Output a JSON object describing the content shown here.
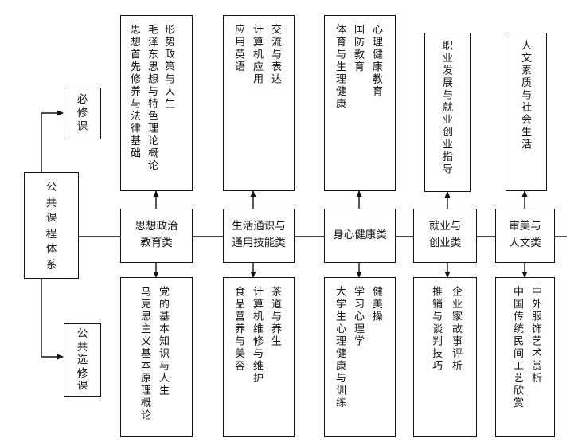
{
  "root": "公\n共\n课\n程\n体\n系",
  "required": "必\n修\n课",
  "elective": "公\n共\n选\n修\n课",
  "categories": [
    {
      "label": "思想政治\n教育类",
      "required": [
        "毛泽东思想与特色理论概论",
        "形势政策与人生",
        "思想首先修养与法律基础"
      ],
      "elective": [
        "马克思主义基本原理概论",
        "党的基本知识与人生"
      ]
    },
    {
      "label": "生活通识与\n通用技能类",
      "required": [
        "应用英语",
        "计算机应用",
        "交流与表达"
      ],
      "elective": [
        "食品营养与美容",
        "计算机维修与维护",
        "茶道与养生"
      ]
    },
    {
      "label": "身心健康类",
      "required": [
        "体育与生理健康",
        "国防教育",
        "心理健康教育"
      ],
      "elective": [
        "大学生心理健康与训练",
        "学习心理学",
        "健美操"
      ]
    },
    {
      "label": "就业与\n创业类",
      "required": [
        "职业发展与就业创业指导"
      ],
      "elective": [
        "推销与谈判技巧",
        "企业家故事评析"
      ]
    },
    {
      "label": "审美与\n人文类",
      "required": [
        "人文素质与社会生活"
      ],
      "elective": [
        "中国传统民间工艺欣赏",
        "中外服饰艺术赏析"
      ]
    }
  ]
}
